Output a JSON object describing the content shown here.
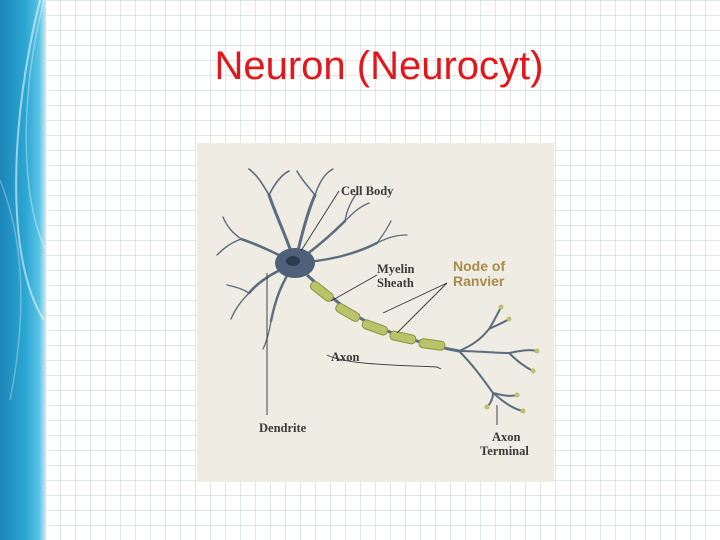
{
  "slide": {
    "title": "Neuron (Neurocyt)"
  },
  "diagram": {
    "labels": {
      "cell_body": "Cell Body",
      "myelin_sheath_line1": "Myelin",
      "myelin_sheath_line2": "Sheath",
      "node_of_ranvier_line1": "Node of",
      "node_of_ranvier_line2": "Ranvier",
      "axon": "Axon",
      "dendrite": "Dendrite",
      "axon_terminal_line1": "Axon",
      "axon_terminal_line2": "Terminal"
    }
  },
  "colors": {
    "title": "#e3161b",
    "side_band": "#2ba6d2",
    "figure_background": "#eeece3",
    "neuron": "#5c6d80",
    "myelin": "#b9c46a",
    "node_label": "#a88a4a"
  }
}
